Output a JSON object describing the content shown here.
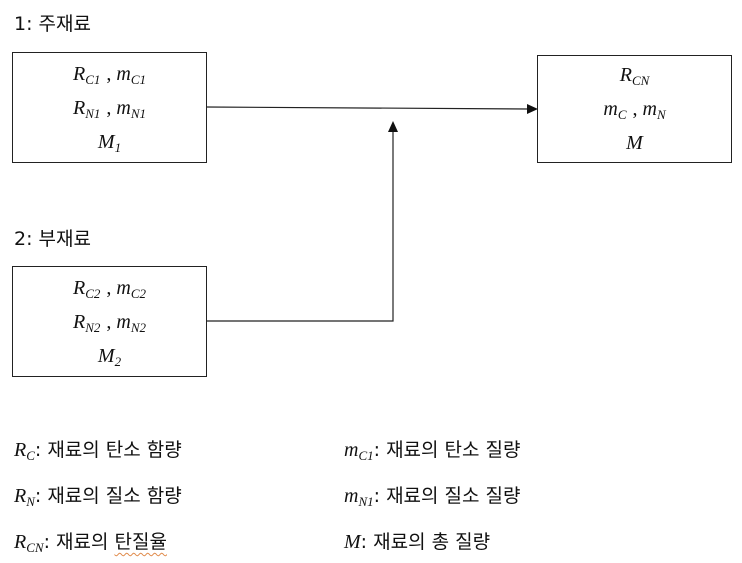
{
  "labels": {
    "main": "1: 주재료",
    "sub": "2: 부재료"
  },
  "box1": {
    "line1": {
      "a": "R",
      "a_sub": "C1",
      "b": "m",
      "b_sub": "C1"
    },
    "line2": {
      "a": "R",
      "a_sub": "N1",
      "b": "m",
      "b_sub": "N1"
    },
    "line3": {
      "a": "M",
      "a_sub": "1"
    }
  },
  "box2": {
    "line1": {
      "a": "R",
      "a_sub": "C2",
      "b": "m",
      "b_sub": "C2"
    },
    "line2": {
      "a": "R",
      "a_sub": "N2",
      "b": "m",
      "b_sub": "N2"
    },
    "line3": {
      "a": "M",
      "a_sub": "2"
    }
  },
  "box3": {
    "line1": {
      "a": "R",
      "a_sub": "CN"
    },
    "line2": {
      "a": "m",
      "a_sub": "C",
      "b": "m",
      "b_sub": "N"
    },
    "line3": {
      "a": "M"
    }
  },
  "separator": ",",
  "legend": [
    {
      "sym": "R",
      "sub": "C",
      "text": ": 재료의 탄소 함량"
    },
    {
      "sym": "m",
      "sub": "C1",
      "text": ": 재료의 탄소 질량"
    },
    {
      "sym": "R",
      "sub": "N",
      "text": ": 재료의 질소 함량"
    },
    {
      "sym": "m",
      "sub": "N1",
      "text": ": 재료의 질소 질량"
    },
    {
      "sym": "R",
      "sub": "CN",
      "text_pre": ": 재료의 ",
      "text_mark": "탄질율"
    },
    {
      "sym": "M",
      "sub": "",
      "text": ": 재료의 총 질량"
    }
  ]
}
